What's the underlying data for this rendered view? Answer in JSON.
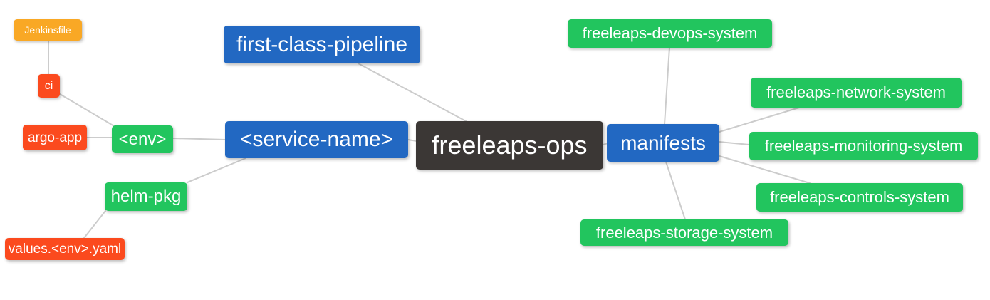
{
  "palette": {
    "blue": "#2268c2",
    "green": "#22c55e",
    "red": "#fb4a1e",
    "amber": "#f9a825",
    "dark": "#3b3735",
    "edge": "#cccccc"
  },
  "nodes": {
    "root": {
      "label": "freeleaps-ops",
      "color": "dark"
    },
    "first_class_pipeline": {
      "label": "first-class-pipeline",
      "color": "blue"
    },
    "service_name": {
      "label": "<service-name>",
      "color": "blue"
    },
    "env": {
      "label": "<env>",
      "color": "green"
    },
    "ci": {
      "label": "ci",
      "color": "red"
    },
    "jenkinsfile": {
      "label": "Jenkinsfile",
      "color": "amber"
    },
    "argo_app": {
      "label": "argo-app",
      "color": "red"
    },
    "helm_pkg": {
      "label": "helm-pkg",
      "color": "green"
    },
    "values_env_yaml": {
      "label": "values.<env>.yaml",
      "color": "red"
    },
    "manifests": {
      "label": "manifests",
      "color": "blue"
    },
    "devops_system": {
      "label": "freeleaps-devops-system",
      "color": "green"
    },
    "network_system": {
      "label": "freeleaps-network-system",
      "color": "green"
    },
    "monitoring_system": {
      "label": "freeleaps-monitoring-system",
      "color": "green"
    },
    "controls_system": {
      "label": "freeleaps-controls-system",
      "color": "green"
    },
    "storage_system": {
      "label": "freeleaps-storage-system",
      "color": "green"
    }
  }
}
